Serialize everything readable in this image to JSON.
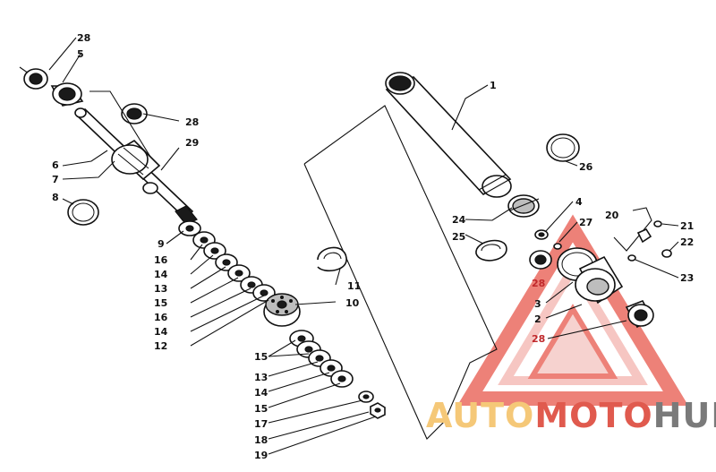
{
  "labels": {
    "l1": "1",
    "l2": "2",
    "l3": "3",
    "l4": "4",
    "l5": "5",
    "l6": "6",
    "l7": "7",
    "l8": "8",
    "l9": "9",
    "l10": "10",
    "l11": "11",
    "l12": "12",
    "l13a": "13",
    "l13b": "13",
    "l14a": "14",
    "l14b": "14",
    "l14c": "14",
    "l15a": "15",
    "l15b": "15",
    "l15c": "15",
    "l16a": "16",
    "l16b": "16",
    "l17": "17",
    "l18": "18",
    "l19": "19",
    "l20": "20",
    "l21": "21",
    "l22": "22",
    "l23": "23",
    "l24": "24",
    "l25": "25",
    "l26": "26",
    "l27": "27",
    "l28a": "28",
    "l28b": "28",
    "l28c": "28",
    "l28d": "28",
    "l29": "29"
  },
  "watermark": {
    "part1": "AUTO",
    "part2": "MOTO",
    "part3": "HUB",
    "color_light": "#f5c878",
    "color_red": "#e05a4e",
    "color_gray": "#7a7a7a"
  }
}
